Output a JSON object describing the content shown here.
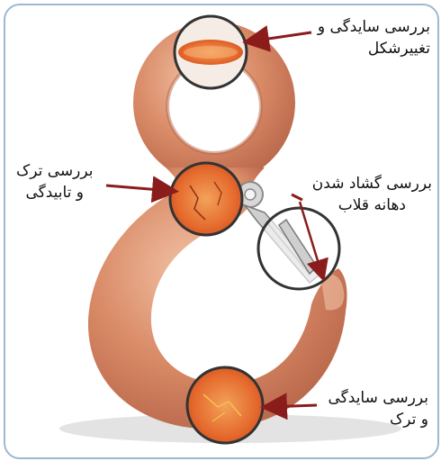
{
  "callouts": [
    {
      "id": "wear-deformation",
      "lines": [
        "بررسی سایدگی و",
        "تغییرشکل"
      ]
    },
    {
      "id": "crack-twist",
      "lines": [
        "بررسی ترک",
        "و تابیدگی"
      ]
    },
    {
      "id": "mouth-opening",
      "lines": [
        "بررسی گشاد شدن",
        "دهانه قلاب"
      ]
    },
    {
      "id": "wear-crack",
      "lines": [
        "بررسی سایدگی",
        "و ترک"
      ]
    }
  ],
  "colors": {
    "hook_body": "#d98a66",
    "hook_shadow": "#b8674a",
    "hook_highlight": "#f2c2a6",
    "inspection_zone": "#e4682c",
    "arrow": "#8b1c1c",
    "circle_stroke": "#333333",
    "frame_border": "#9fb7cf"
  },
  "icons": [
    "lifting-hook-illustration",
    "safety-latch",
    "magnifier-circle"
  ]
}
